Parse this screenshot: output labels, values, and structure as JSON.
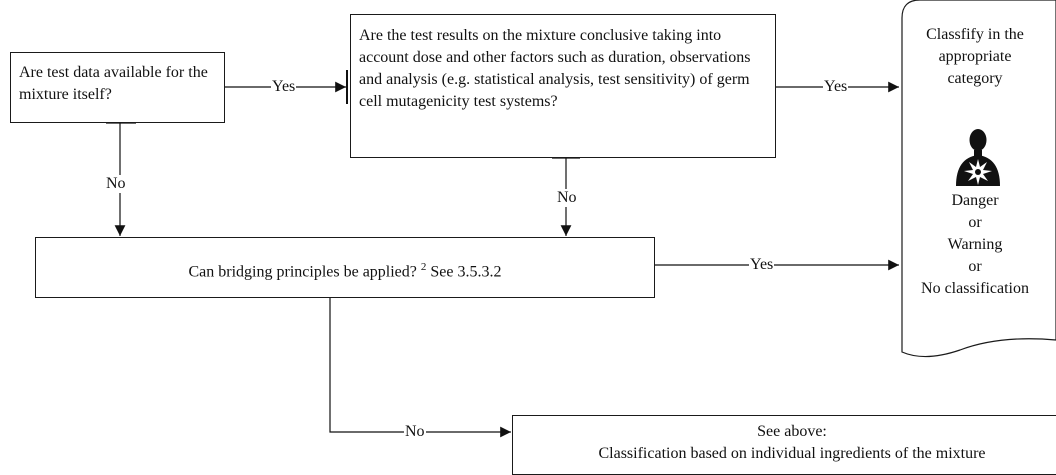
{
  "boxes": {
    "test_data": "Are test data available for the mixture itself?",
    "conclusive": "Are the test results on the mixture conclusive taking into account dose and other factors such as duration, observations and analysis (e.g. statistical analysis, test sensitivity) of germ cell mutagenicity test systems?",
    "bridging_text": "Can bridging principles be applied?",
    "bridging_sup": "2",
    "bridging_ref": "See 3.5.3.2",
    "see_above_line1": "See above:",
    "see_above_line2": "Classification based on individual ingredients of the mixture"
  },
  "result": {
    "line1": "Classfify in the",
    "line2": "appropriate",
    "line3": "category",
    "icon": "health-hazard-pictogram-icon",
    "danger": "Danger",
    "or1": "or",
    "warning": "Warning",
    "or2": "or",
    "no_class": "No classification"
  },
  "edges": {
    "yes_1": "Yes",
    "yes_2": "Yes",
    "yes_3": "Yes",
    "no_1": "No",
    "no_2": "No",
    "no_3": "No"
  }
}
